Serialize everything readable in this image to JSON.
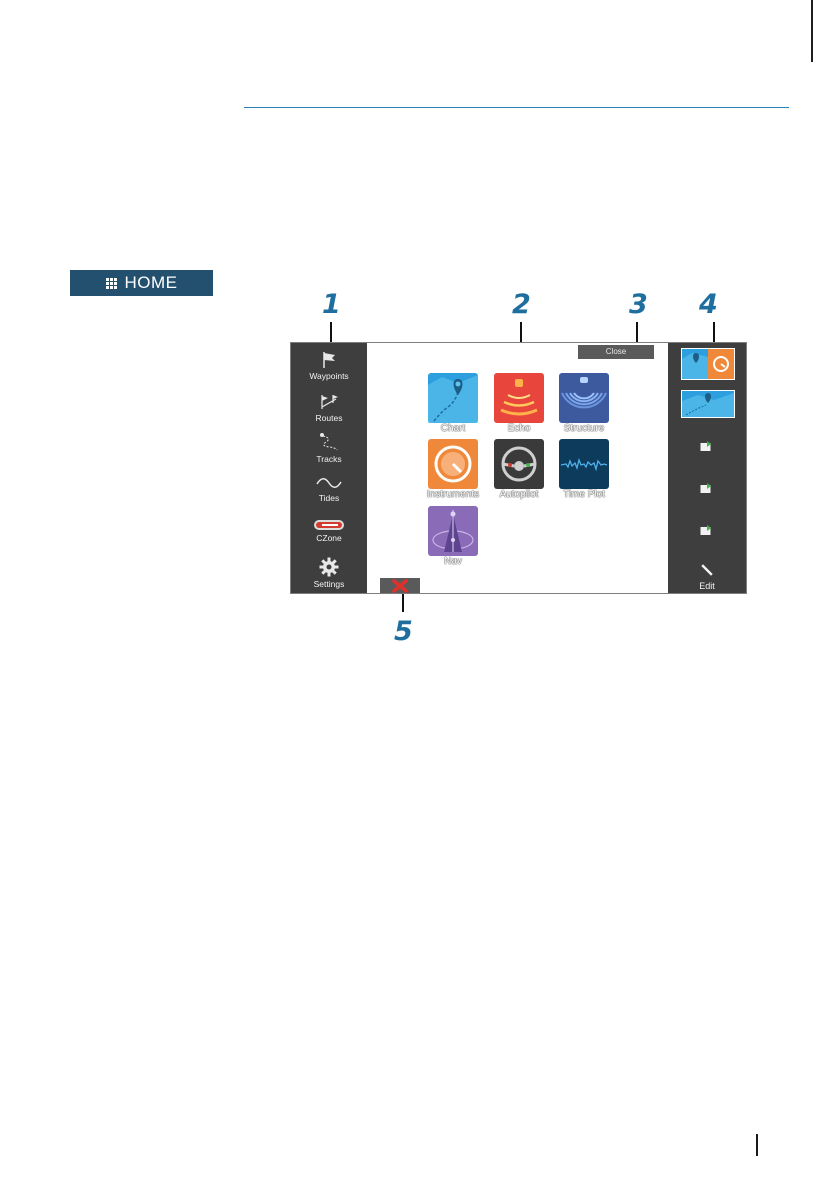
{
  "home_button": {
    "label": "HOME"
  },
  "callouts": [
    "1",
    "2",
    "3",
    "4",
    "5"
  ],
  "screen": {
    "close_label": "Close",
    "left_nav": [
      {
        "label": "Waypoints",
        "icon": "flag-icon"
      },
      {
        "label": "Routes",
        "icon": "route-icon"
      },
      {
        "label": "Tracks",
        "icon": "track-icon"
      },
      {
        "label": "Tides",
        "icon": "tide-wave-icon"
      },
      {
        "label": "CZone",
        "icon": "czone-logo-icon"
      },
      {
        "label": "Settings",
        "icon": "gear-icon"
      }
    ],
    "apps": [
      {
        "label": "Chart",
        "color": "#2d9fde"
      },
      {
        "label": "Echo",
        "color": "#e8453c"
      },
      {
        "label": "Structure",
        "color": "#3d5a9e"
      },
      {
        "label": "Instruments",
        "color": "#f0883a"
      },
      {
        "label": "Autopilot",
        "color": "#3a3a3a"
      },
      {
        "label": "Time Plot",
        "color": "#0d3b5c"
      },
      {
        "label": "Nav",
        "color": "#8a6bb8"
      }
    ],
    "favorites_edit_label": "Edit"
  }
}
